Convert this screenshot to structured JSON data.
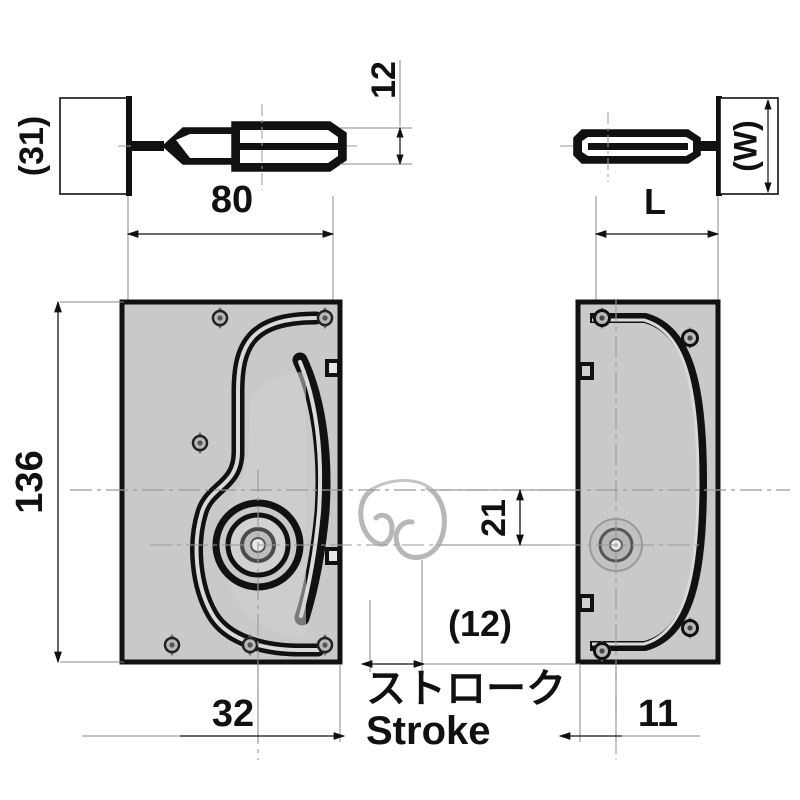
{
  "drawing": {
    "title": "Latch / catch mechanical assembly drawing",
    "type": "orthographic-engineering-drawing",
    "units": "mm",
    "views": [
      {
        "name": "left-plan-view",
        "label": ""
      },
      {
        "name": "right-plan-view",
        "label": ""
      },
      {
        "name": "left-edge-view",
        "label": ""
      },
      {
        "name": "right-edge-view",
        "label": ""
      }
    ]
  },
  "dimensions": {
    "plate_width_80": "80",
    "plate_height_136": "136",
    "thickness_31": "(31)",
    "thickness_12": "12",
    "offset_32": "32",
    "offset_21": "21",
    "clearance_12": "(12)",
    "edge_11": "11",
    "length_L": "L",
    "width_W": "(W)"
  },
  "labels": {
    "stroke_jp": "ストローク",
    "stroke_en": "Stroke"
  },
  "colors": {
    "line": "#111111",
    "thin_line": "#888888",
    "center_line": "#9a9a9a",
    "plate_fill": "#c9c9c9",
    "plate_fill_light": "#d4d4d4",
    "hook_fill": "#ffffff",
    "background": "#ffffff"
  }
}
